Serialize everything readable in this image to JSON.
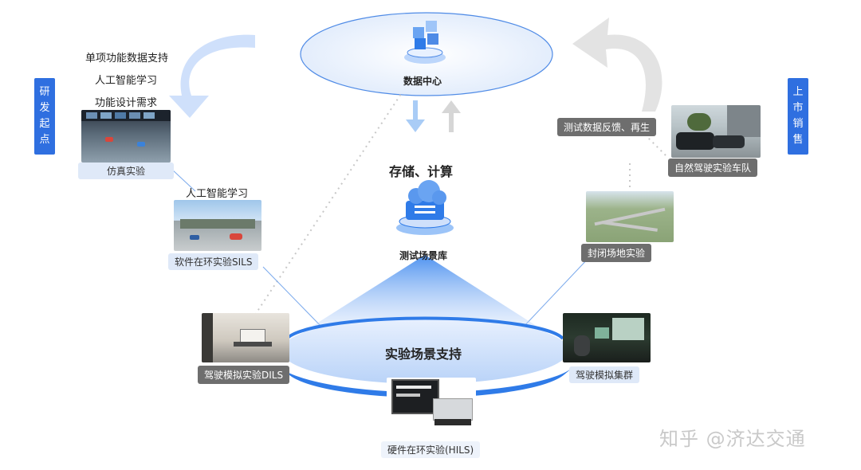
{
  "top": {
    "center_label": "数据中心"
  },
  "left_column": {
    "vertical_tag": [
      "研",
      "发",
      "起",
      "点"
    ],
    "feature_list": [
      "单项功能数据支持",
      "人工智能学习",
      "功能设计需求"
    ],
    "sim_label": "仿真实验"
  },
  "right_column": {
    "vertical_tag": [
      "上",
      "市",
      "销",
      "售"
    ],
    "feedback_label": "测试数据反馈、再生",
    "fleet_label": "自然驾驶实验车队"
  },
  "center": {
    "storage_label": "存储、计算",
    "scenario_lib_label": "测试场景库",
    "platform_label": "实验场景支持"
  },
  "nodes": {
    "ai_learning_label": "人工智能学习",
    "sils_label": "软件在环实验SILS",
    "closed_field_label": "封闭场地实验",
    "dils_label": "驾驶模拟实验DILS",
    "cluster_label": "驾驶模拟集群",
    "hils_label": "硬件在环实验(HILS)"
  },
  "watermark": "知乎 @济达交通",
  "colors": {
    "tag_blue": "#2f6fe0",
    "ring_blue": "#2f7be8",
    "light_blue": "#cfe0fb",
    "arrow_gray": "#d9d9d9",
    "dark_pill": "#6e6e6e"
  }
}
